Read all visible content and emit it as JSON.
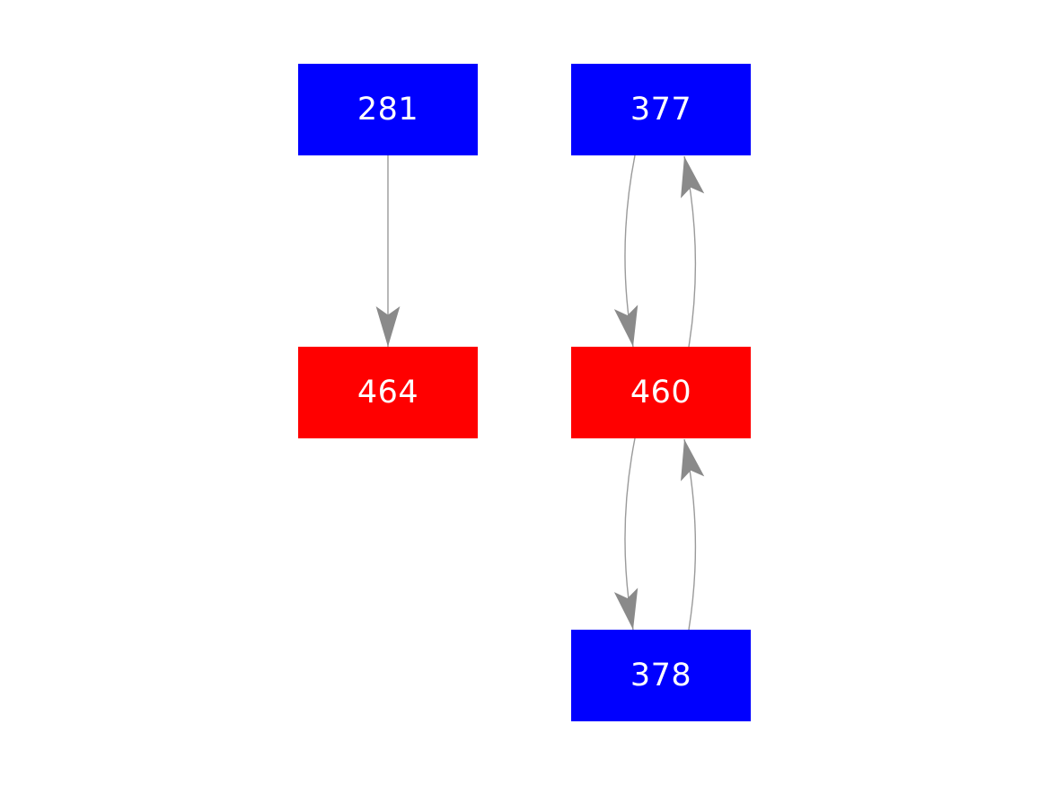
{
  "diagram": {
    "type": "directed-graph",
    "background": "#ffffff",
    "nodes": [
      {
        "id": "281",
        "label": "281",
        "fill": "#0000ff",
        "text_color": "#ffffff"
      },
      {
        "id": "377",
        "label": "377",
        "fill": "#0000ff",
        "text_color": "#ffffff"
      },
      {
        "id": "464",
        "label": "464",
        "fill": "#ff0000",
        "text_color": "#ffffff"
      },
      {
        "id": "460",
        "label": "460",
        "fill": "#ff0000",
        "text_color": "#ffffff"
      },
      {
        "id": "378",
        "label": "378",
        "fill": "#0000ff",
        "text_color": "#ffffff"
      }
    ],
    "edges": [
      {
        "from": "281",
        "to": "464"
      },
      {
        "from": "377",
        "to": "460"
      },
      {
        "from": "460",
        "to": "377"
      },
      {
        "from": "460",
        "to": "378"
      },
      {
        "from": "378",
        "to": "460"
      }
    ],
    "colors": {
      "edge_line": "#9a9a9a",
      "arrowhead": "#8a8a8a",
      "node_blue": "#0000ff",
      "node_red": "#ff0000",
      "label_text": "#ffffff"
    }
  }
}
